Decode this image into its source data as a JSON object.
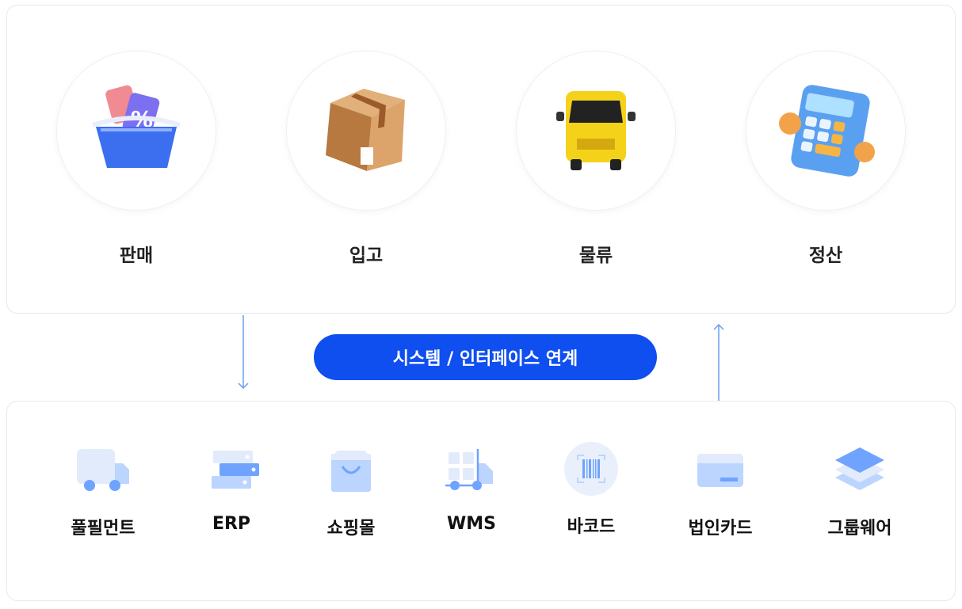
{
  "steps": [
    {
      "label": "판매",
      "icon": "shopping-basket-icon"
    },
    {
      "label": "입고",
      "icon": "cardboard-box-icon"
    },
    {
      "label": "물류",
      "icon": "truck-icon"
    },
    {
      "label": "정산",
      "icon": "calculator-icon"
    }
  ],
  "integration_label": "시스템 / 인터페이스 연계",
  "systems": [
    {
      "label": "풀필먼트",
      "icon": "delivery-truck-icon"
    },
    {
      "label": "ERP",
      "icon": "server-stack-icon"
    },
    {
      "label": "쇼핑몰",
      "icon": "shopping-bag-icon"
    },
    {
      "label": "WMS",
      "icon": "warehouse-cart-icon"
    },
    {
      "label": "바코드",
      "icon": "barcode-icon"
    },
    {
      "label": "법인카드",
      "icon": "credit-card-icon"
    },
    {
      "label": "그룹웨어",
      "icon": "layers-icon"
    }
  ],
  "colors": {
    "accent": "#0f4ff0",
    "icon_dark": "#6fa3ff",
    "icon_mid": "#bcd5ff",
    "icon_light": "#e2ebfb",
    "arrow": "#6a9cf5"
  }
}
